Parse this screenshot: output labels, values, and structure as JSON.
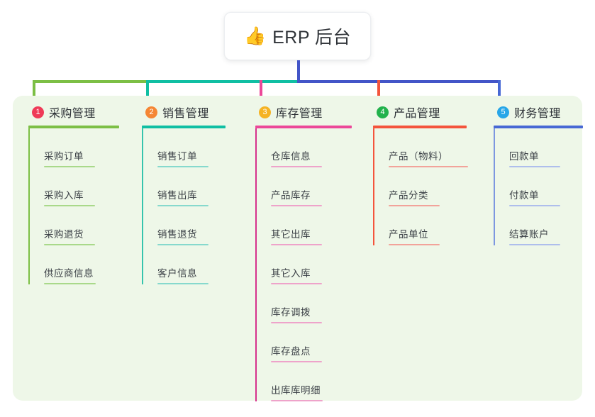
{
  "root": {
    "emoji": "👍",
    "emoji_name": "thumbs-up-icon",
    "title": "ERP 后台"
  },
  "palette": {
    "panel_bg": "#eef7e8",
    "page_bg": "#ffffff",
    "trunk": "#4355c8",
    "bus_green": "#7cbf45",
    "bus_teal": "#10bfa3",
    "bus_blue": "#4355c8"
  },
  "columns": [
    {
      "number": "1",
      "title": "采购管理",
      "badge_color": "#ef3b58",
      "rule_color": "#7cbf45",
      "spine_color": "#7cbf45",
      "item_rule_color": "#a9d98a",
      "drop_color": "#7cbf45",
      "items": [
        {
          "label": "采购订单"
        },
        {
          "label": "采购入库"
        },
        {
          "label": "采购退货"
        },
        {
          "label": "供应商信息"
        }
      ]
    },
    {
      "number": "2",
      "title": "销售管理",
      "badge_color": "#f58634",
      "rule_color": "#10bfa3",
      "spine_color": "#35c4ad",
      "item_rule_color": "#86d9cd",
      "drop_color": "#10bfa3",
      "items": [
        {
          "label": "销售订单"
        },
        {
          "label": "销售出库"
        },
        {
          "label": "销售退货"
        },
        {
          "label": "客户信息"
        }
      ]
    },
    {
      "number": "3",
      "title": "库存管理",
      "badge_color": "#f5b324",
      "rule_color": "#ec4899",
      "spine_color": "#d6318c",
      "item_rule_color": "#eea3ca",
      "drop_color": "#ec4899",
      "items": [
        {
          "label": "仓库信息"
        },
        {
          "label": "产品库存"
        },
        {
          "label": "其它出库"
        },
        {
          "label": "其它入库"
        },
        {
          "label": "库存调拨"
        },
        {
          "label": "库存盘点"
        },
        {
          "label": "出库库明细"
        }
      ]
    },
    {
      "number": "4",
      "title": "产品管理",
      "badge_color": "#22b24c",
      "rule_color": "#f4543c",
      "spine_color": "#f4543c",
      "item_rule_color": "#f2a39a",
      "drop_color": "#f4543c",
      "items": [
        {
          "label": "产品（物料）"
        },
        {
          "label": "产品分类"
        },
        {
          "label": "产品单位"
        }
      ]
    },
    {
      "number": "5",
      "title": "财务管理",
      "badge_color": "#27a6e8",
      "rule_color": "#4768d4",
      "spine_color": "#7d97e0",
      "item_rule_color": "#aebeec",
      "drop_color": "#4768d4",
      "items": [
        {
          "label": "回款单"
        },
        {
          "label": "付款单"
        },
        {
          "label": "结算账户"
        }
      ]
    }
  ]
}
